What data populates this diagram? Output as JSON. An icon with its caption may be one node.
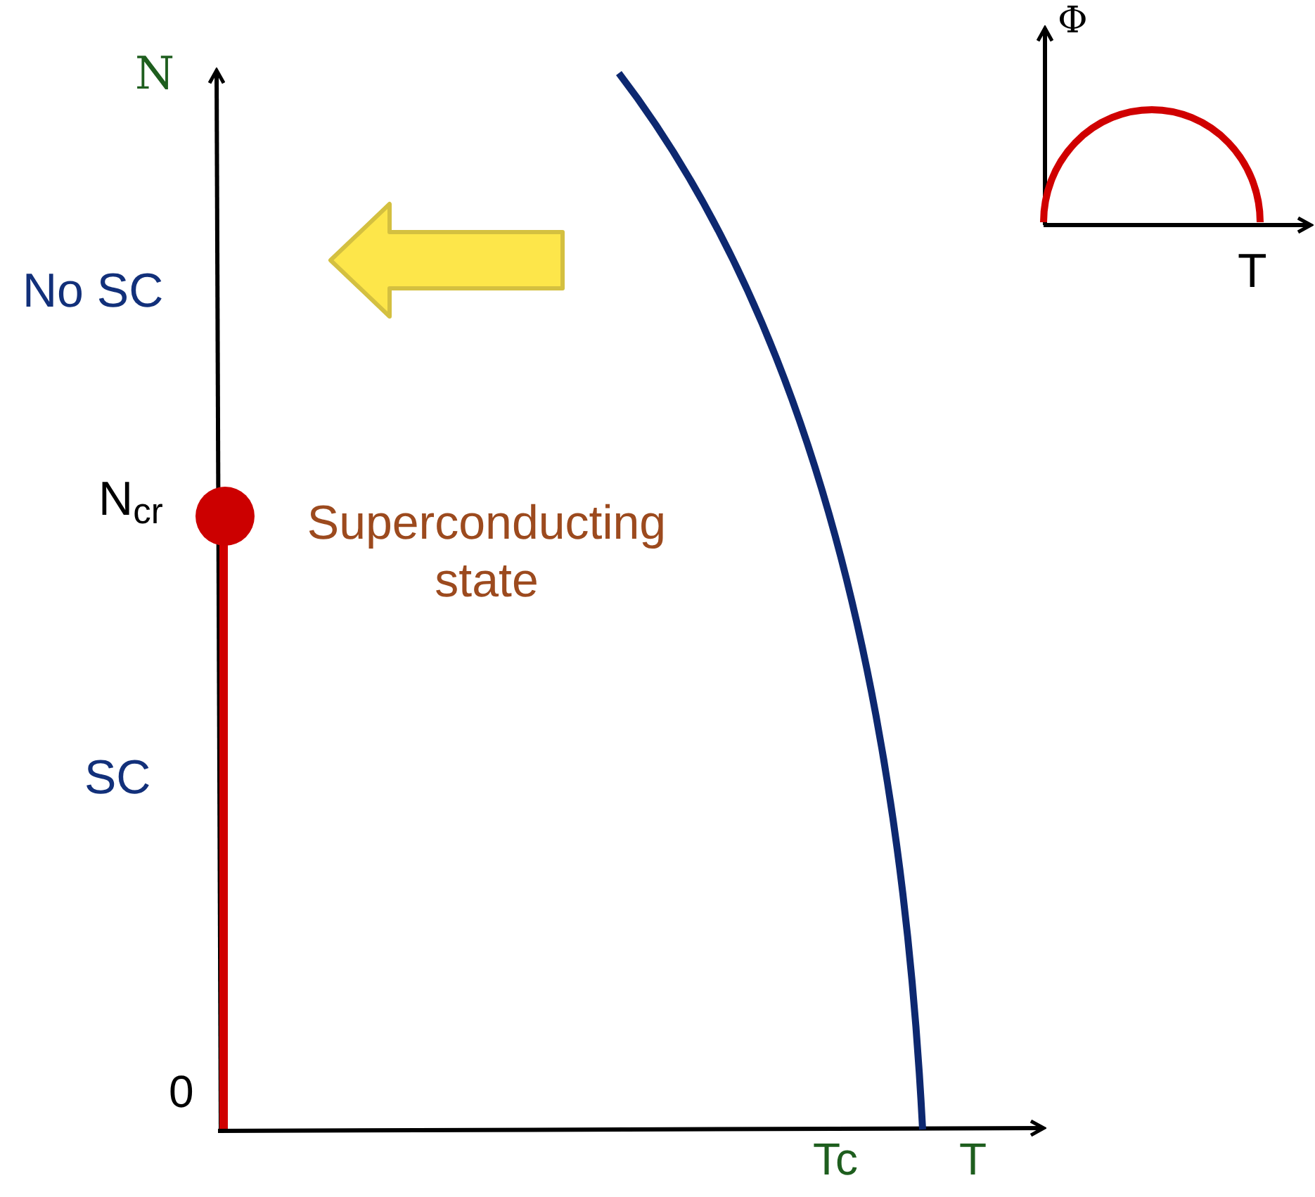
{
  "diagram": {
    "labels": [
      "N",
      "No SC",
      "N$_{cr}$",
      "Superconducting state",
      "SC",
      "0",
      "Tc",
      "T",
      "Φ",
      "T"
    ]
  }
}
